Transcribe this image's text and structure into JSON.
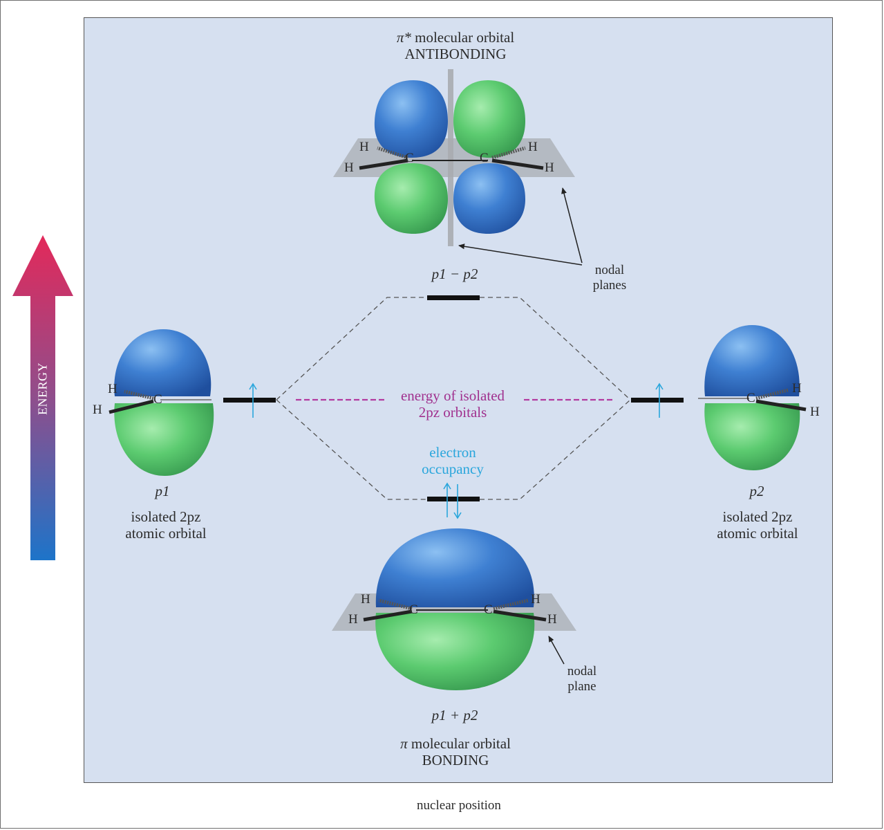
{
  "energy_axis": {
    "label": "ENERGY"
  },
  "x_axis": {
    "label": "nuclear position"
  },
  "antibonding": {
    "title_line1": "molecular orbital",
    "title_symbol": "π*",
    "title_line2": "ANTIBONDING",
    "combination": "p1 − p2",
    "nodal_label_line1": "nodal",
    "nodal_label_line2": "planes"
  },
  "bonding": {
    "combination": "p1 + p2",
    "title_symbol": "π",
    "title_line1": "molecular orbital",
    "title_line2": "BONDING",
    "nodal_label_line1": "nodal",
    "nodal_label_line2": "plane"
  },
  "left_atomic": {
    "name": "p1",
    "desc_line1": "isolated 2pz",
    "desc_line2": "atomic orbital"
  },
  "right_atomic": {
    "name": "p2",
    "desc_line1": "isolated 2pz",
    "desc_line2": "atomic orbital"
  },
  "isolated_energy": {
    "line1": "energy of isolated",
    "line2": "2pz orbitals"
  },
  "electron_occupancy": {
    "line1": "electron",
    "line2": "occupancy"
  },
  "atoms": {
    "carbon": "C",
    "hydrogen": "H"
  },
  "colors": {
    "panel_bg": "#d6e0f0",
    "lobe_blue": "#3f7fd0",
    "lobe_green": "#5fcc73",
    "energy_arrow_top": "#e3295a",
    "energy_arrow_bottom": "#1d74c9",
    "dashed_magenta": "#b23aa0",
    "electron_cyan": "#2aa6dc"
  }
}
